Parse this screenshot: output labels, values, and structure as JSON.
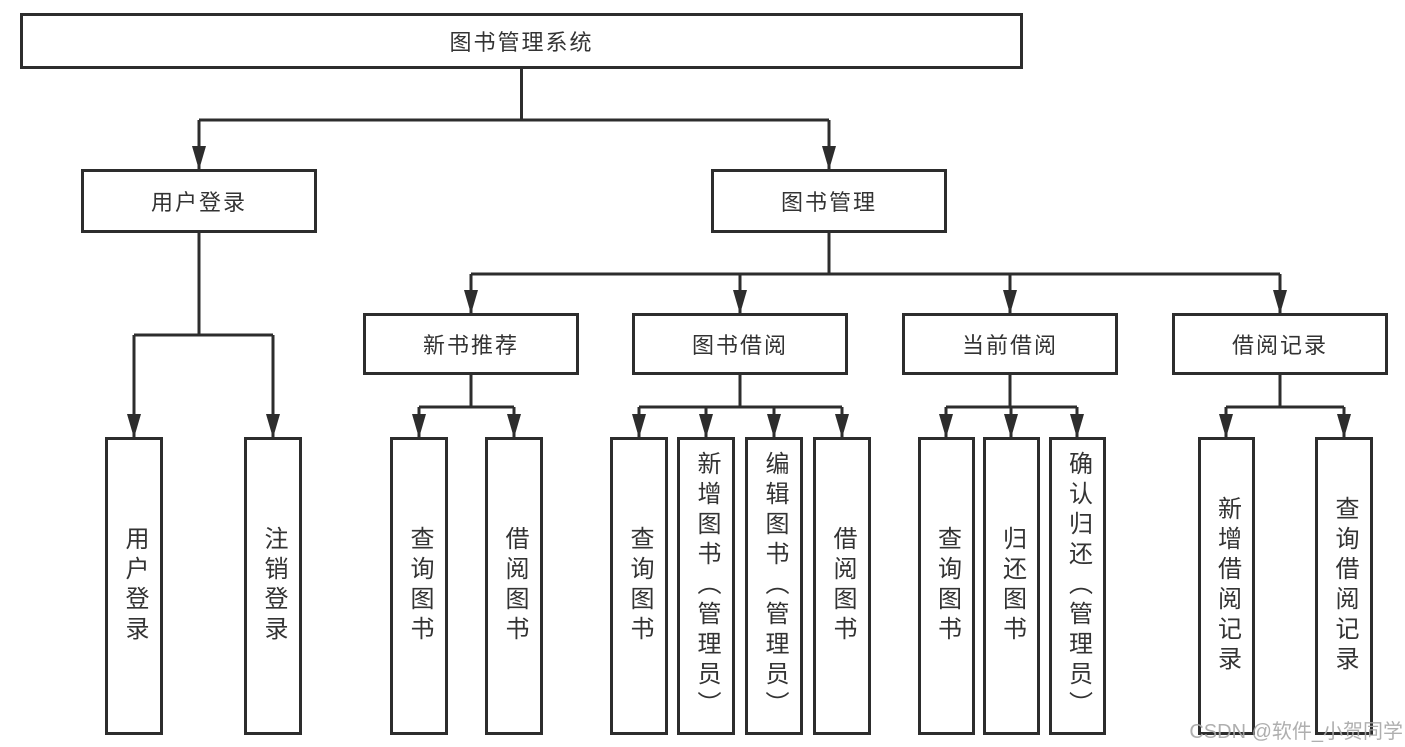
{
  "diagram": {
    "title_node": "图书管理系统",
    "nodes": {
      "root": {
        "label": "图书管理系统"
      },
      "user_login": {
        "label": "用户登录"
      },
      "book_mgmt": {
        "label": "图书管理"
      },
      "new_book_rec": {
        "label": "新书推荐"
      },
      "book_borrow": {
        "label": "图书借阅"
      },
      "current_borrow": {
        "label": "当前借阅"
      },
      "borrow_record": {
        "label": "借阅记录"
      },
      "leaf_user_login": {
        "label": "用户登录"
      },
      "leaf_logout": {
        "label": "注销登录"
      },
      "leaf_rec_query_book": {
        "label": "查询图书"
      },
      "leaf_rec_borrow_book": {
        "label": "借阅图书"
      },
      "leaf_bb_query_book": {
        "label": "查询图书"
      },
      "leaf_bb_add_book": {
        "label": "新增图书（管理员）"
      },
      "leaf_bb_edit_book": {
        "label": "编辑图书（管理员）"
      },
      "leaf_bb_borrow_book": {
        "label": "借阅图书"
      },
      "leaf_cb_query_book": {
        "label": "查询图书"
      },
      "leaf_cb_return_book": {
        "label": "归还图书"
      },
      "leaf_cb_confirm_return": {
        "label": "确认归还（管理员）"
      },
      "leaf_br_add_record": {
        "label": "新增借阅记录"
      },
      "leaf_br_query_record": {
        "label": "查询借阅记录"
      }
    }
  },
  "watermark": {
    "text": "CSDN @软件_小贺同学"
  },
  "colors": {
    "line": "#2d2d2d",
    "box_border": "#2d2d2d",
    "text": "#333333",
    "watermark": "#a8a8a8",
    "background": "#ffffff"
  }
}
